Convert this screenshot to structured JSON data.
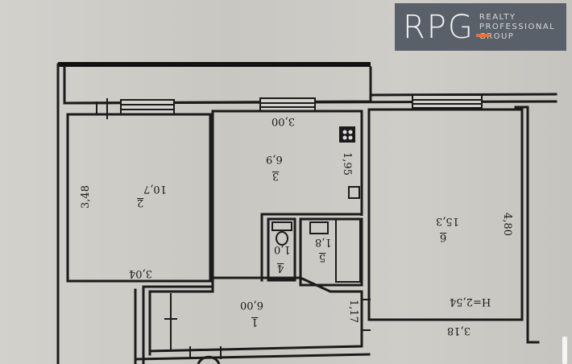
{
  "logo": {
    "mark": "RPG",
    "lines": [
      "REALTY",
      "PROFESSIONAL",
      "GROUP"
    ],
    "background": "#5a6069",
    "accent": "#e2723a"
  },
  "plan": {
    "ceiling_height": "H=2,54",
    "rooms": [
      {
        "id": "1",
        "name_number": "1",
        "area": "6,00",
        "type": "hallway"
      },
      {
        "id": "2",
        "name_number": "2",
        "area": "10,7",
        "type": "room"
      },
      {
        "id": "3",
        "name_number": "3",
        "area": "6,9",
        "type": "kitchen"
      },
      {
        "id": "4",
        "name_number": "4",
        "area": "1,0",
        "type": "toilet"
      },
      {
        "id": "5",
        "name_number": "5",
        "area": "1,8",
        "type": "bathroom"
      },
      {
        "id": "6",
        "name_number": "6",
        "area": "15,3",
        "type": "room"
      }
    ],
    "dimensions": {
      "room2_width": "3,04",
      "room2_length": "3,48",
      "kitchen_width": "3,00",
      "kitchen_length": "1,95",
      "room6_width": "3,18",
      "room6_length": "4,80",
      "hallway_width": "1,17"
    }
  }
}
